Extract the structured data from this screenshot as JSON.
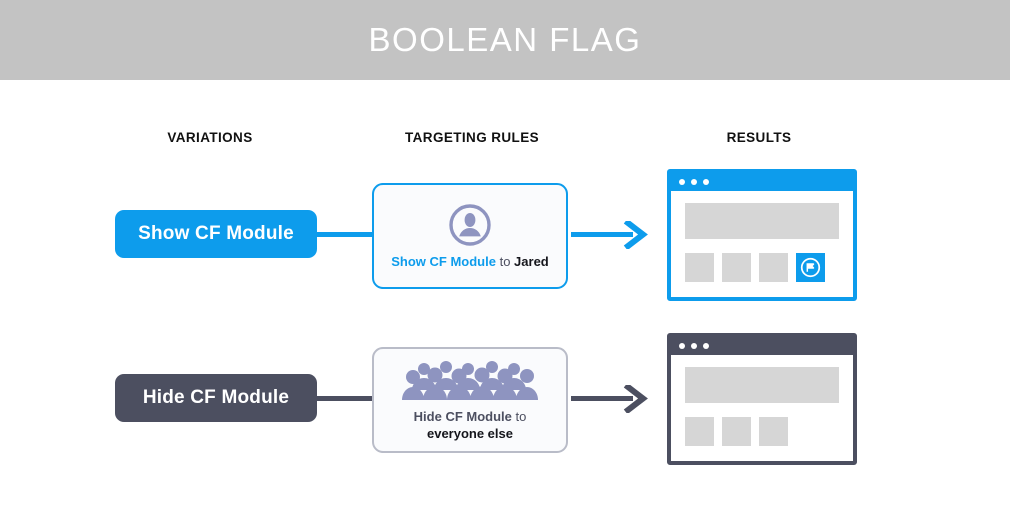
{
  "header": {
    "title": "BOOLEAN FLAG",
    "bg_color": "#c3c3c3",
    "text_color": "#ffffff"
  },
  "colors": {
    "accent_blue": "#0d9cec",
    "slate": "#4c4f60",
    "icon_purple": "#8e94c0",
    "placeholder_gray": "#d6d6d6",
    "card_bg": "#fafbfd"
  },
  "columns": [
    {
      "label": "VARIATIONS"
    },
    {
      "label": "TARGETING RULES"
    },
    {
      "label": "RESULTS"
    }
  ],
  "rows": [
    {
      "id": "show",
      "variation": {
        "label": "Show CF Module",
        "color": "#0d9cec"
      },
      "rule": {
        "icon": "single-person-icon",
        "flag_label": "Show CF Module",
        "connector_word": "to",
        "audience": "Jared",
        "border_color": "#0d9cec"
      },
      "arrow": {
        "color": "#0d9cec"
      },
      "result": {
        "frame_color": "#0d9cec",
        "dots": 3,
        "tiles": [
          "blank",
          "blank",
          "blank",
          "module"
        ],
        "module_icon": "cf-module-flag-icon"
      }
    },
    {
      "id": "hide",
      "variation": {
        "label": "Hide CF Module",
        "color": "#4c4f60"
      },
      "rule": {
        "icon": "group-of-people-icon",
        "flag_label": "Hide CF Module",
        "connector_word": "to",
        "audience": "everyone else",
        "border_color": "#b9bcc8"
      },
      "arrow": {
        "color": "#4c4f60"
      },
      "result": {
        "frame_color": "#4c4f60",
        "dots": 3,
        "tiles": [
          "blank",
          "blank",
          "blank"
        ],
        "module_icon": null
      }
    }
  ]
}
